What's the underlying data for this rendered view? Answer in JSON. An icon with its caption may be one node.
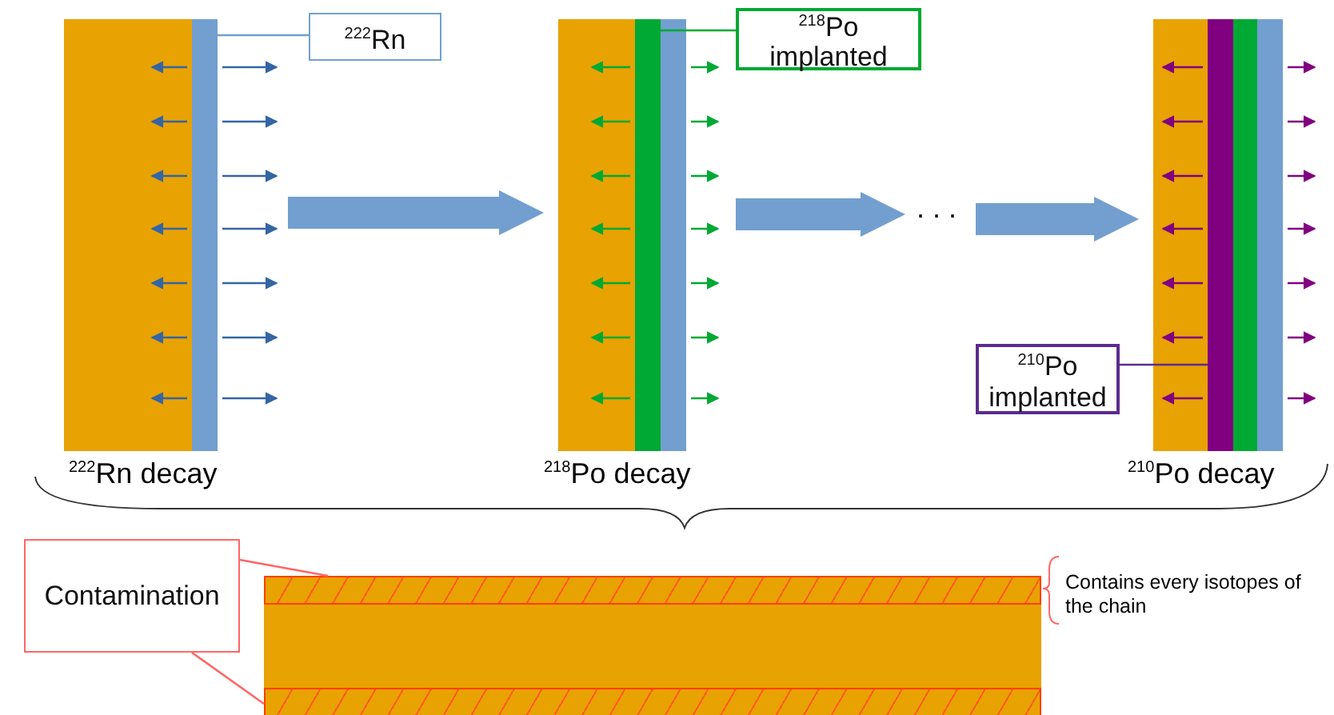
{
  "diagram": {
    "nodes": [
      {
        "text": [
          "$^{222}$Rn decay"
        ]
      },
      {
        "text": [],
        "shape": "bar",
        "in": 0
      },
      {
        "text": [
          "$^{222}$Rn"
        ]
      },
      {
        "text": [
          "$^{218}$Po decay"
        ]
      },
      {
        "text": [],
        "shape": "bar",
        "in": 3
      },
      {
        "text": [
          "$^{218}$Po implanted"
        ]
      },
      {
        "text": [
          "..."
        ]
      },
      {
        "text": [
          "$^{210}$Po decay"
        ]
      },
      {
        "text": [],
        "shape": "bar",
        "in": 7
      },
      {
        "text": [
          "$^{210}$Po implanted"
        ]
      },
      {
        "text": [],
        "shape": "box"
      },
      {
        "text": [],
        "shape": "bar",
        "in": 10
      },
      {
        "text": [],
        "shape": "bar",
        "in": 10
      },
      {
        "text": [
          "Contamination"
        ]
      }
    ],
    "edges": [
      {
        "from": 0,
        "to": 3,
        "arrow": "to",
        "style": "thick"
      },
      {
        "from": 3,
        "to": 6,
        "arrow": "to",
        "style": "thick"
      },
      {
        "from": 6,
        "to": 7,
        "arrow": "to",
        "style": "thick"
      },
      {
        "from": 2,
        "to": 1,
        "arrow": "none",
        "color": "#729fcf"
      },
      {
        "from": 5,
        "to": 4,
        "arrow": "none",
        "color": "#00a933"
      },
      {
        "from": 9,
        "to": 8,
        "arrow": "none",
        "color": "#5b2c8f"
      },
      {
        "from": 13,
        "to": 11,
        "arrow": "none",
        "color": "#ff6666"
      },
      {
        "from": 13,
        "to": 12,
        "arrow": "none",
        "color": "#ff6666"
      }
    ],
    "labels": [
      "Contains every isotopes of the chain"
    ]
  }
}
